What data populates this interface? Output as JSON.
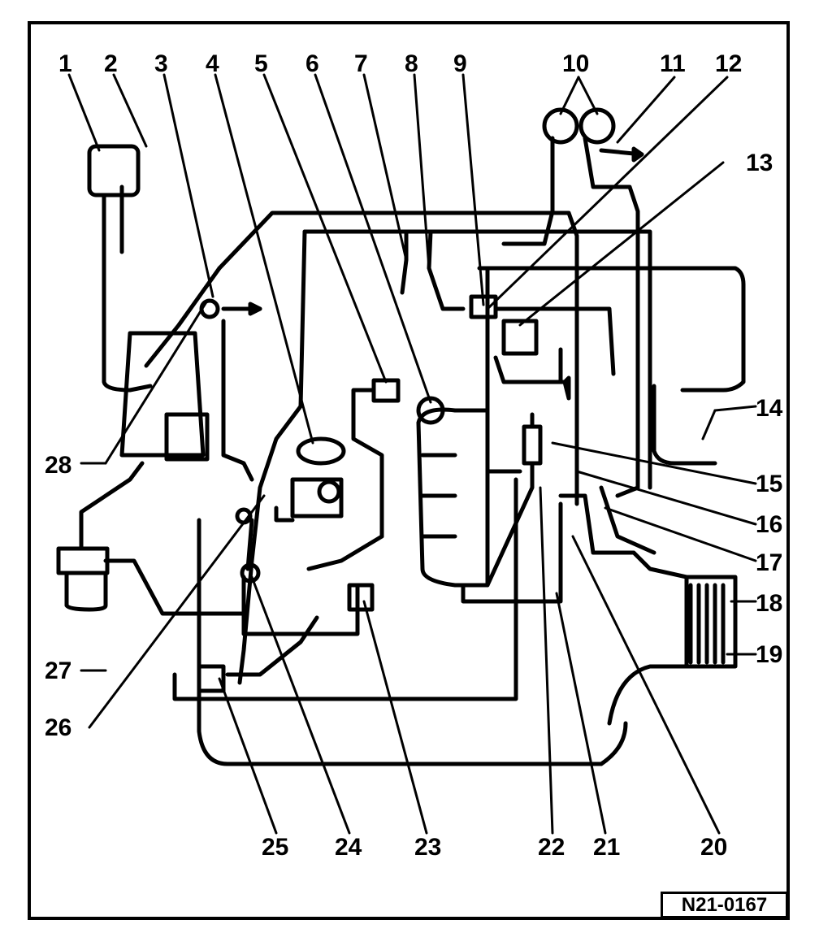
{
  "labels": [
    "1",
    "2",
    "3",
    "4",
    "5",
    "6",
    "7",
    "8",
    "9",
    "10",
    "11",
    "12",
    "13",
    "14",
    "15",
    "16",
    "17",
    "18",
    "19",
    "20",
    "21",
    "22",
    "23",
    "24",
    "25",
    "26",
    "27",
    "28"
  ],
  "figure_code": "N21-0167"
}
